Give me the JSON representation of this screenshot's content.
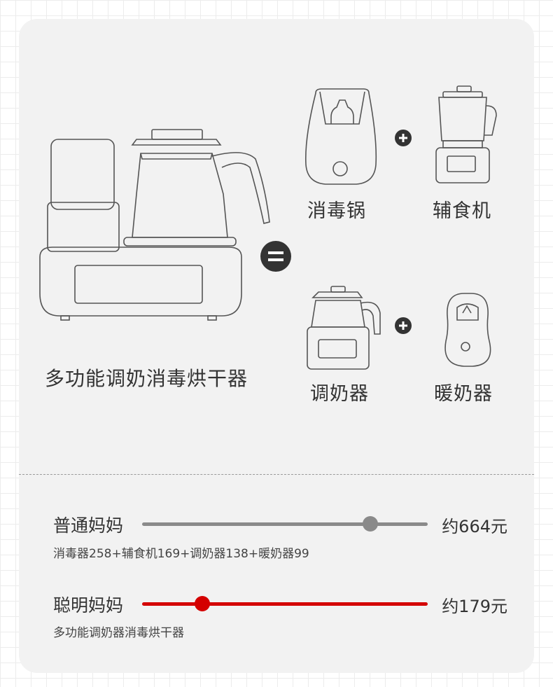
{
  "headline": "多功能调奶消毒烘干器",
  "products": {
    "sterilizer": "消毒锅",
    "food_processor": "辅食机",
    "formula_maker": "调奶器",
    "warmer": "暖奶器"
  },
  "comparison": {
    "rows": [
      {
        "title": "普通妈妈",
        "price": "约664元",
        "detail": "消毒器258+辅食机169+调奶器138+暖奶器99",
        "level": 0.8,
        "color": "#8a8a8a"
      },
      {
        "title": "聪明妈妈",
        "price": "约179元",
        "detail": "多功能调奶器消毒烘干器",
        "level": 0.21,
        "color": "#d40000"
      }
    ]
  },
  "icons": {
    "equals": "equals-icon",
    "plus": "plus-icon"
  }
}
